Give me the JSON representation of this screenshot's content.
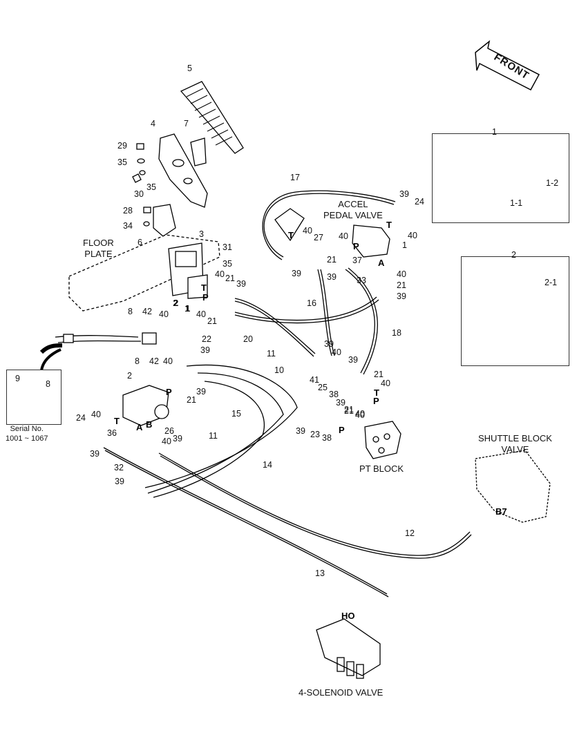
{
  "arrow": {
    "label": "FRONT"
  },
  "titles": {
    "floor_plate": [
      "FLOOR",
      "PLATE"
    ],
    "accel_pedal_valve": [
      "ACCEL",
      "PEDAL VALVE"
    ],
    "pt_block": "PT BLOCK",
    "shuttle_block_valve": [
      "SHUTTLE BLOCK",
      "VALVE"
    ],
    "four_solenoid_valve": "4-SOLENOID VALVE"
  },
  "serial": {
    "line1": "Serial No.",
    "line2": "1001 ~ 1067"
  },
  "insets": {
    "inset1": {
      "title": "1",
      "parts": [
        "1-1",
        "1-2"
      ]
    },
    "inset2": {
      "title": "2",
      "parts": [
        "2-1"
      ]
    },
    "inset_serial": {
      "parts": [
        "9",
        "8"
      ]
    }
  },
  "ports": [
    "T",
    "P",
    "T",
    "P",
    "2",
    "1",
    "A",
    "P",
    "T",
    "T",
    "P",
    "P",
    "T",
    "A",
    "B",
    "B7",
    "HO"
  ],
  "callouts": [
    "5",
    "4",
    "7",
    "29",
    "35",
    "30",
    "35",
    "28",
    "34",
    "3",
    "6",
    "31",
    "35",
    "17",
    "39",
    "24",
    "40",
    "27",
    "40",
    "37",
    "1",
    "39",
    "40",
    "21",
    "39",
    "33",
    "40",
    "21",
    "39",
    "16",
    "21",
    "40",
    "39",
    "21",
    "40",
    "8",
    "42",
    "40",
    "2",
    "1",
    "22",
    "20",
    "11",
    "18",
    "39",
    "40",
    "39",
    "39",
    "8",
    "42",
    "40",
    "21",
    "39",
    "41",
    "21",
    "40",
    "10",
    "25",
    "38",
    "2",
    "39",
    "21",
    "40",
    "39",
    "15",
    "11",
    "14",
    "24",
    "40",
    "36",
    "26",
    "40",
    "39",
    "32",
    "39",
    "21",
    "40",
    "39",
    "23",
    "38",
    "12",
    "13"
  ],
  "colors": {
    "line": "#000000",
    "hatch": "#555555",
    "background": "#ffffff"
  }
}
